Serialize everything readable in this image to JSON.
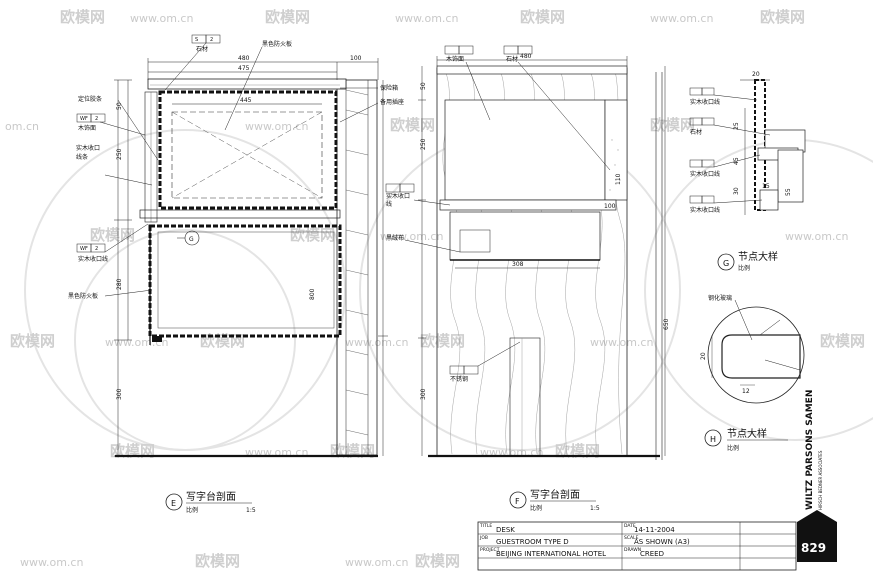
{
  "watermark": {
    "brand": "欧模网",
    "url": "www.om.cn",
    "url_short": "om.cn"
  },
  "section_e": {
    "label": "写字台剖面",
    "scale": "比例",
    "scale_value": "1:5",
    "marker": "E",
    "dims": {
      "w480": "480",
      "w475": "475",
      "w100": "100",
      "w445": "445",
      "h50a": "50",
      "h250": "250",
      "h280": "280",
      "h800": "800",
      "h300": "300"
    },
    "notes": {
      "stone": "石材",
      "fire_panel": "黑色防火板",
      "glue_strip": "定位胶条",
      "wood_veneer": "木饰面",
      "wood_trim": "实木收口线条",
      "wood_trim2": "实木收口线",
      "fire_panel2": "黑色防火板",
      "safe": "保险箱",
      "socket": "备用插座"
    },
    "tags": {
      "wm_top": "WF",
      "wm_num": "2",
      "s_top": "S",
      "s_num": "2"
    }
  },
  "section_f": {
    "label": "写字台剖面",
    "scale": "比例",
    "scale_value": "1:5",
    "marker": "F",
    "dims": {
      "w480": "480",
      "w100": "100",
      "h50": "50",
      "h250": "250",
      "h300": "300",
      "h650": "650",
      "w308": "308",
      "h110": "110"
    },
    "notes": {
      "wood_veneer": "木饰面",
      "stone": "石材",
      "wood_trim": "实木收口线",
      "velvet": "黑绒布",
      "steel": "不锈钢"
    }
  },
  "detail_g": {
    "title": "节点大样",
    "scale": "比例",
    "marker": "G",
    "notes": {
      "wood_trim_a": "实木收口线",
      "stone": "石材",
      "wood_trim_b": "实木收口线",
      "wood_trim_c": "实木收口线"
    },
    "dims": {
      "d20": "20",
      "d25": "25",
      "d45": "45",
      "d15": "15",
      "d55": "55",
      "d30": "30"
    }
  },
  "detail_h": {
    "title": "节点大样",
    "scale": "比例",
    "marker": "H",
    "notes": {
      "glass": "钢化玻璃"
    },
    "dims": {
      "d20": "20",
      "d12": "12"
    }
  },
  "title_block": {
    "title_lbl": "TITLE",
    "title_val": "DESK",
    "job_lbl": "JOB",
    "job_val": "GUESTROOM TYPE D",
    "date_lbl": "DATE",
    "date_val": "14-11-2004",
    "scale_lbl": "SCALE",
    "scale_val": "AS SHOWN (A3)",
    "project_lbl": "PROJECT",
    "project_val": "BEIJING INTERNATIONAL HOTEL",
    "drawn_lbl": "DRAWN",
    "drawn_val": "CREED",
    "firm": "HIRSCH BEDNER ASSOCIATES",
    "firm_vertical": "WILTZ PARSONS SAMEN",
    "sheet_no": "829"
  }
}
